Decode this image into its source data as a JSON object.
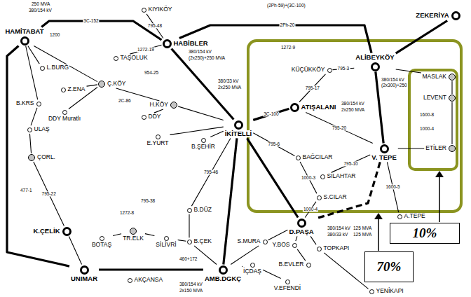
{
  "diagram": {
    "nodes": [
      {
        "text": [
          "HAMİTABAT"
        ]
      },
      {
        "text": [
          "KIYIKÖY"
        ]
      },
      {
        "text": [
          "TAŞOLUK"
        ]
      },
      {
        "text": [
          "HABİBLER"
        ]
      },
      {
        "text": [
          "L.BURG"
        ]
      },
      {
        "text": [
          "Z.ENA"
        ]
      },
      {
        "text": [
          "B.KRS"
        ]
      },
      {
        "text": [
          "DDY Muratlı"
        ]
      },
      {
        "text": [
          "Ç.KÖY"
        ]
      },
      {
        "text": [
          "ULAŞ"
        ]
      },
      {
        "text": [
          "ÇORL."
        ]
      },
      {
        "text": [
          "H.KÖY"
        ]
      },
      {
        "text": [
          "DDY"
        ]
      },
      {
        "text": [
          "E.YURT"
        ]
      },
      {
        "text": [
          "B.ŞEHİR"
        ]
      },
      {
        "text": [
          "İKİTELLİ"
        ]
      },
      {
        "text": [
          "ATIŞALANI"
        ]
      },
      {
        "text": [
          "KÜÇÜKKÖY"
        ]
      },
      {
        "text": [
          "ALİBEYKÖY"
        ]
      },
      {
        "text": [
          "ZEKERİYA"
        ]
      },
      {
        "text": [
          "MASLAK"
        ]
      },
      {
        "text": [
          "LEVENT"
        ]
      },
      {
        "text": [
          "ETİLER"
        ]
      },
      {
        "text": [
          "V. TEPE"
        ]
      },
      {
        "text": [
          "BAĞCILAR"
        ]
      },
      {
        "text": [
          "SİLAHTAR"
        ]
      },
      {
        "text": [
          "S.CILAR"
        ]
      },
      {
        "text": [
          "A.TEPE"
        ]
      },
      {
        "text": [
          "D.PAŞA"
        ]
      },
      {
        "text": [
          "TOPKAPI"
        ]
      },
      {
        "text": [
          "Y.BOS"
        ]
      },
      {
        "text": [
          "B.EVLER"
        ]
      },
      {
        "text": [
          "YENİKAPI"
        ]
      },
      {
        "text": [
          "İÇDAŞ"
        ]
      },
      {
        "text": [
          "V.EFENDİ"
        ]
      },
      {
        "text": [
          "AMB.DGKÇ"
        ]
      },
      {
        "text": [
          "AKÇANSA"
        ]
      },
      {
        "text": [
          "B.ÇEK"
        ]
      },
      {
        "text": [
          "B.DÜZ"
        ]
      },
      {
        "text": [
          "SİLİVRİ"
        ]
      },
      {
        "text": [
          "TR.ELK"
        ]
      },
      {
        "text": [
          "BOTAŞ"
        ]
      },
      {
        "text": [
          "K.ÇELİK"
        ]
      },
      {
        "text": [
          "UNIMAR"
        ]
      },
      {
        "text": [
          "S.MURA"
        ]
      },
      {
        "text": [
          "70%"
        ]
      },
      {
        "text": [
          "10%"
        ]
      }
    ],
    "edges": [
      {
        "from": 0,
        "to": 3,
        "label": "3C-152",
        "arrow": "none"
      },
      {
        "from": 3,
        "to": 15,
        "arrow": "none"
      },
      {
        "from": 3,
        "to": 18,
        "label": "2Ph-20",
        "arrow": "none"
      },
      {
        "from": 0,
        "to": 43,
        "arrow": "none"
      },
      {
        "from": 43,
        "to": 35,
        "arrow": "none"
      },
      {
        "from": 35,
        "to": 15,
        "arrow": "none"
      },
      {
        "from": 15,
        "to": 16,
        "label": "3C-100",
        "arrow": "none"
      },
      {
        "from": 18,
        "to": 19,
        "arrow": "none"
      },
      {
        "from": 18,
        "to": 23,
        "arrow": "none"
      },
      {
        "from": 23,
        "to": 28,
        "arrow": "none"
      },
      {
        "from": 15,
        "to": 28,
        "arrow": "none"
      },
      {
        "from": 1,
        "to": 3,
        "label": "795-48",
        "arrow": "none"
      },
      {
        "from": 2,
        "to": 3,
        "label": "1272-19",
        "arrow": "none"
      },
      {
        "from": 4,
        "to": 0,
        "arrow": "none"
      },
      {
        "from": 6,
        "to": 0,
        "arrow": "none"
      },
      {
        "from": 8,
        "to": 0,
        "arrow": "none"
      },
      {
        "from": 5,
        "to": 8,
        "arrow": "none"
      },
      {
        "from": 7,
        "to": 8,
        "arrow": "none"
      },
      {
        "from": 9,
        "to": 6,
        "arrow": "none"
      },
      {
        "from": 10,
        "to": 9,
        "arrow": "none"
      },
      {
        "from": 10,
        "to": 42,
        "label": "795-22",
        "arrow": "none"
      },
      {
        "from": 42,
        "to": 43,
        "arrow": "none"
      },
      {
        "from": 40,
        "to": 41,
        "arrow": "none"
      },
      {
        "from": 8,
        "to": 11,
        "arrow": "none"
      },
      {
        "from": 11,
        "to": 15,
        "arrow": "none"
      },
      {
        "from": 12,
        "to": 11,
        "arrow": "none"
      },
      {
        "from": 13,
        "to": 15,
        "arrow": "none"
      },
      {
        "from": 14,
        "to": 15,
        "arrow": "none"
      },
      {
        "from": 15,
        "to": 24,
        "label": "795-6",
        "arrow": "none"
      },
      {
        "from": 16,
        "to": 17,
        "label": "795-17",
        "arrow": "none"
      },
      {
        "from": 17,
        "to": 18,
        "label": "795-3",
        "arrow": "none"
      },
      {
        "from": 16,
        "to": 23,
        "label": "795-20",
        "arrow": "none"
      },
      {
        "from": 18,
        "to": 20,
        "arrow": "none"
      },
      {
        "from": 20,
        "to": 21,
        "arrow": "none"
      },
      {
        "from": 21,
        "to": 22,
        "arrow": "none"
      },
      {
        "from": 23,
        "to": 22,
        "arrow": "none"
      },
      {
        "from": 23,
        "to": 25,
        "label": "795-10",
        "arrow": "none"
      },
      {
        "from": 24,
        "to": 26,
        "label": "1000-3",
        "arrow": "none"
      },
      {
        "from": 23,
        "to": 27,
        "label": "1600-5",
        "arrow": "none"
      },
      {
        "from": 26,
        "to": 28,
        "label": "1000-4",
        "arrow": "none"
      },
      {
        "from": 28,
        "to": 29,
        "arrow": "none"
      },
      {
        "from": 28,
        "to": 30,
        "arrow": "none"
      },
      {
        "from": 30,
        "to": 31,
        "arrow": "none"
      },
      {
        "from": 29,
        "to": 32,
        "arrow": "none"
      },
      {
        "from": 35,
        "to": 33,
        "arrow": "none"
      },
      {
        "from": 33,
        "to": 34,
        "arrow": "none"
      },
      {
        "from": 35,
        "to": 44,
        "arrow": "none"
      },
      {
        "from": 44,
        "to": 28,
        "arrow": "none"
      },
      {
        "from": 38,
        "to": 37,
        "arrow": "none"
      },
      {
        "from": 37,
        "to": 35,
        "arrow": "none"
      },
      {
        "from": 38,
        "to": 15,
        "label": "795-46",
        "arrow": "none"
      },
      {
        "from": 39,
        "to": 37,
        "arrow": "none"
      },
      {
        "from": 40,
        "to": 39,
        "arrow": "none"
      }
    ],
    "labels": [
      "250 MVA",
      "380/154 kV",
      "1200",
      "(2Ph-59)+(3C-100)",
      "380/154 kV",
      "(2x250)+250 MVA",
      "1272-9",
      "380/154 kV",
      "(2x300)+250",
      "380/154 kV",
      "2x250 MVA",
      "380/33 kV",
      "2x250 MVA",
      "380/154 kV",
      "125 MVA",
      "380/33 kV",
      "125 MVA",
      "380/154 kV",
      "2x150 MVA",
      "460+172",
      "477-1",
      "795-38",
      "2C-86",
      "954-25",
      "1600-8",
      "1000-4",
      "1272-8"
    ]
  }
}
